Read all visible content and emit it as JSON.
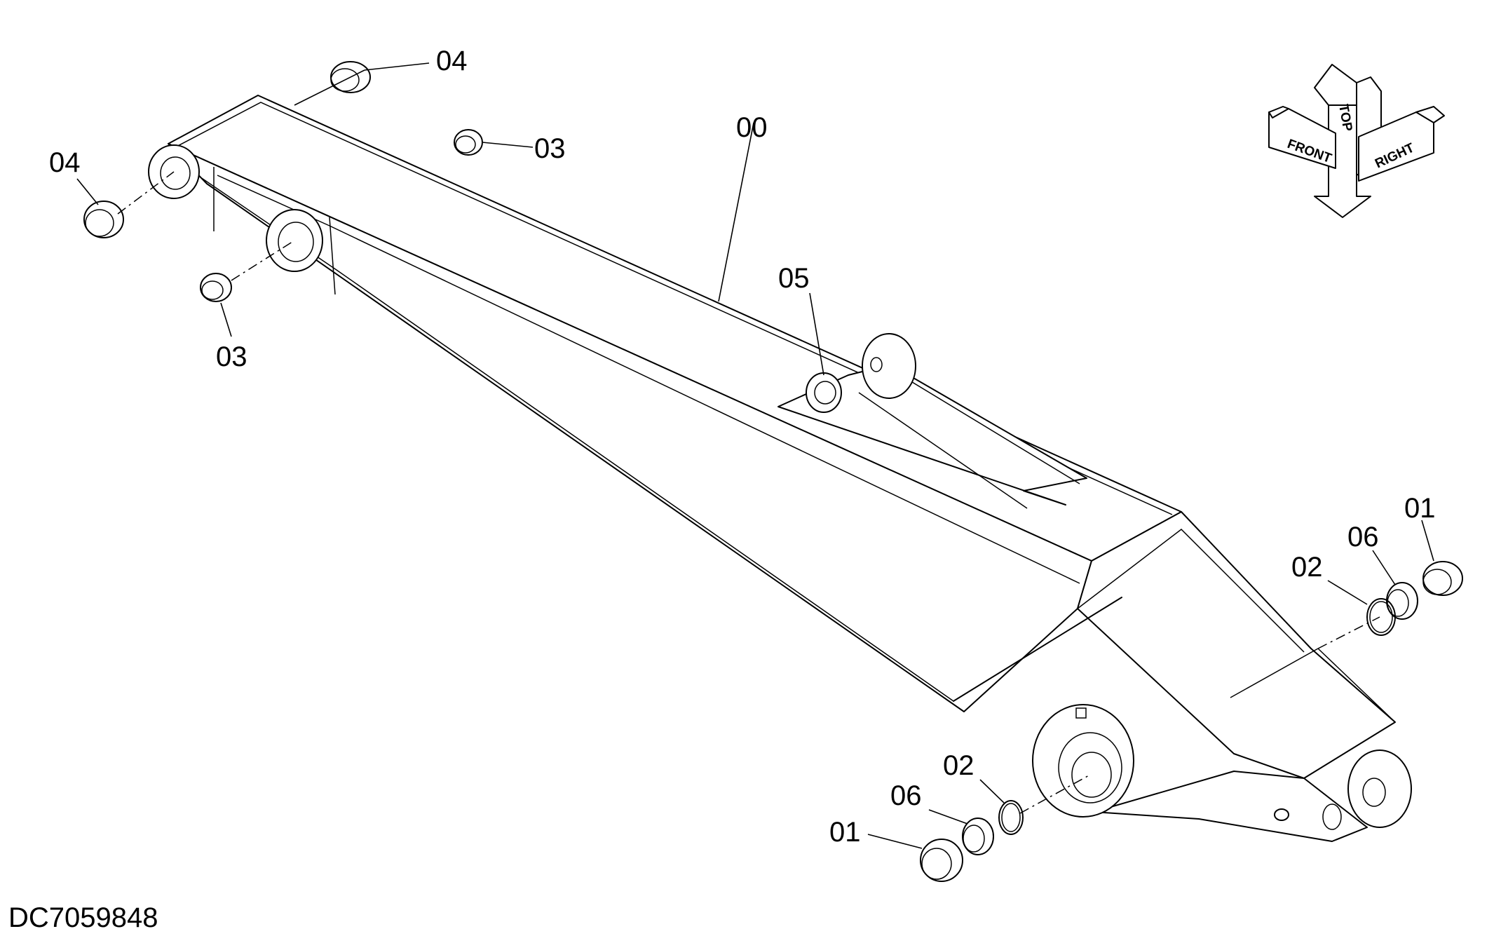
{
  "drawing": {
    "document_code": "DC7059848",
    "part_labels": {
      "arm_body": "00",
      "bushing_01_right": "01",
      "bushing_01_bottom": "01",
      "ring_02_right": "02",
      "ring_02_bottom": "02",
      "bushing_03_top": "03",
      "bushing_03_left": "03",
      "bushing_04_top": "04",
      "bushing_04_left": "04",
      "fitting_05": "05",
      "shim_06_right": "06",
      "shim_06_bottom": "06"
    },
    "orientation": {
      "top": "TOP",
      "front": "FRONT",
      "right": "RIGHT"
    }
  }
}
